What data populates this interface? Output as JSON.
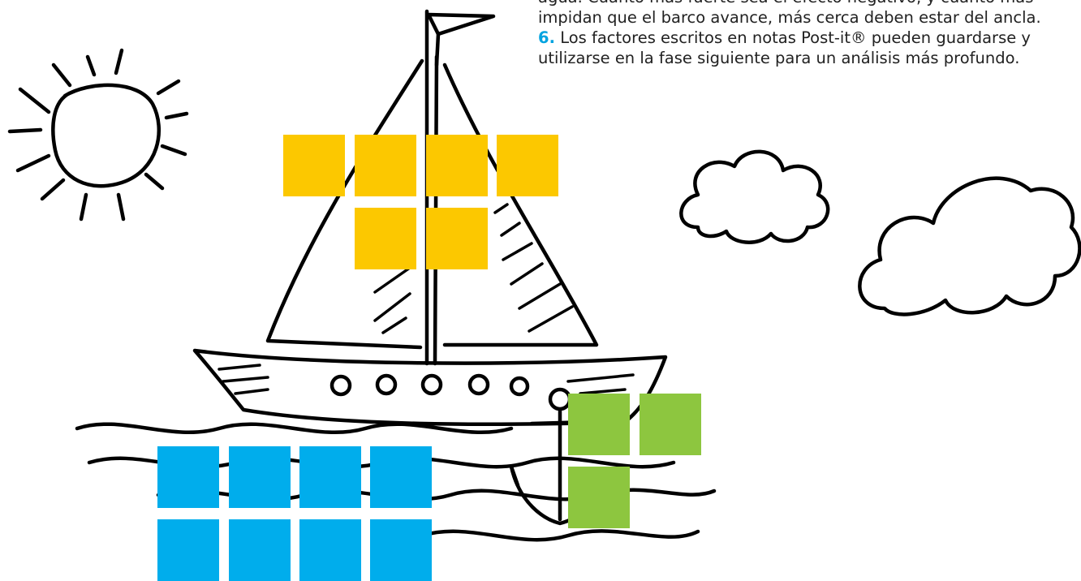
{
  "instructions": {
    "text_top": "agua. Cuanto más fuerte sea el efecto negativo, y cuanto más impidan que el barco avance, más cerca deben estar del ancla.",
    "step6_number": "6.",
    "step6_text": "Los factores escritos en notas Post-it® pueden guardarse y utilizarse en la fase siguiente para un análisis más profundo."
  },
  "colors": {
    "yellow_note": "#fcc800",
    "green_note": "#8dc63f",
    "blue_note": "#00adec",
    "step_number": "#00a3e0",
    "ink": "#000000"
  },
  "sticky_notes": {
    "sail_group": {
      "color": "yellow",
      "count": 6
    },
    "anchor_group": {
      "color": "green",
      "count": 3
    },
    "water_group": {
      "color": "blue",
      "count": 8
    }
  },
  "icons": [
    "sun-icon",
    "cloud-icon",
    "sailboat-icon",
    "anchor-icon",
    "waves-icon"
  ]
}
